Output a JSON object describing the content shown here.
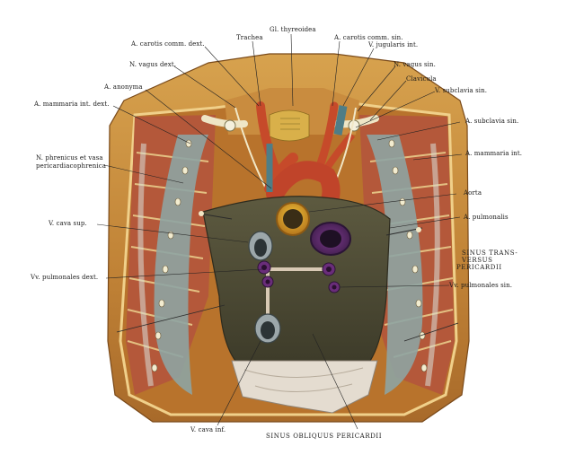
{
  "figure": {
    "labels": {
      "trachea": "Trachea",
      "gl_thyreoidea": "Gl. thyreoidea",
      "a_carotis_comm_dext": "A. carotis comm. dext.",
      "a_carotis_comm_sin": "A. carotis comm. sin.",
      "v_jugularis_int": "V. jugularis int.",
      "n_vagus_dext": "N. vagus dext.",
      "n_vagus_sin": "N. vagus sin.",
      "clavicula": "Clavicula",
      "a_anonyma": "A. anonyma",
      "v_subclavia_sin": "V. subclavia sin.",
      "a_mammaria_int_dext": "A. mammaria int. dext.",
      "a_subclavia_sin": "A. subclavia sin.",
      "n_phrenicus_line1": "N. phrenicus et vasa",
      "n_phrenicus_line2": "pericardiacophrenica",
      "a_mammaria_int": "A. mammaria int.",
      "aorta": "Aorta",
      "v_cava_sup": "V. cava sup.",
      "a_pulmonalis": "A. pulmonalis",
      "sinus_trans_line1": "SINUS TRANS-",
      "sinus_trans_line2": "VERSUS",
      "sinus_trans_line3": "PERICARDII",
      "vv_pulmonales_dext": "Vv. pulmonales dext.",
      "vv_pulmonales_sin": "Vv. pulmonales sin.",
      "v_cava_inf": "V. cava inf.",
      "sinus_obliquus": "SINUS OBLIQUUS PERICARDII"
    },
    "colors": {
      "chest_wall": "#c48a3c",
      "rib_band": "#e6c27a",
      "muscle": "#b3543a",
      "pericardium": "#4e4a34",
      "artery": "#c64a2a",
      "vein_purple": "#6a2d7a",
      "pleura": "#8fa3a0",
      "diaphragm": "#ded6cc"
    }
  }
}
